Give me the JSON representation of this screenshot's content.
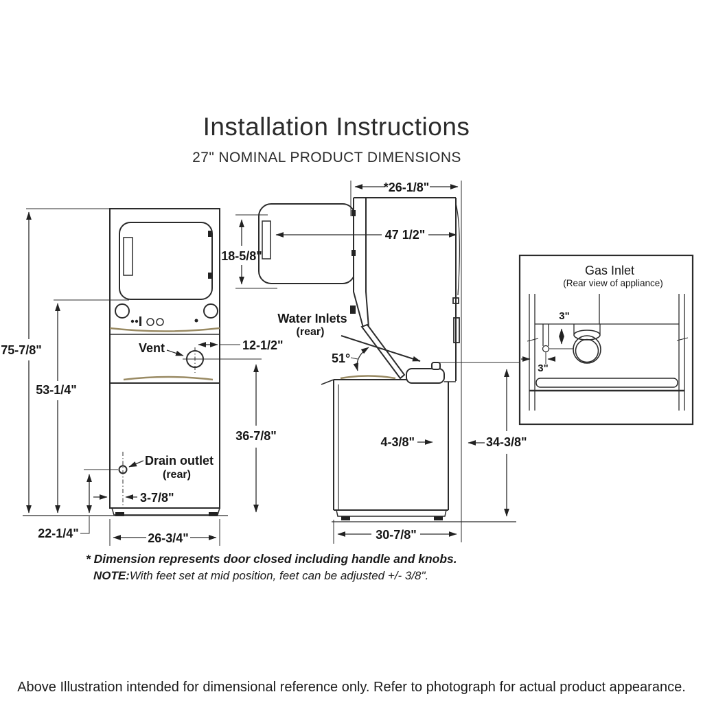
{
  "page": {
    "title": "Installation Instructions",
    "subtitle": "27\" NOMINAL PRODUCT DIMENSIONS",
    "footer": "Above Illustration intended for dimensional reference only. Refer to photograph for actual product appearance."
  },
  "notes": {
    "asterisk_note": "* Dimension represents door closed including handle and knobs.",
    "note_label": "NOTE:",
    "note_text": "With feet set at mid position, feet can be adjusted +/- 3/8\"."
  },
  "front_view": {
    "description": "Front view of stacked washer/dryer unit",
    "labels": {
      "vent": "Vent",
      "drain_outlet": "Drain outlet",
      "drain_outlet_location": "(rear)"
    },
    "dimensions": {
      "overall_height": "75-7/8\"",
      "height_to_washer_top": "53-1/4\"",
      "drain_outlet_height": "22-1/4\"",
      "overall_width": "26-3/4\"",
      "vent_to_right_edge": "12-1/2\"",
      "drain_outlet_offset": "3-7/8\"",
      "vent_height_from_floor": "36-7/8\""
    }
  },
  "side_view": {
    "description": "Side view with dryer door and washer lid open",
    "labels": {
      "water_inlets": "Water Inlets",
      "water_inlets_location": "(rear)"
    },
    "dimensions": {
      "depth_door_closed": "*26-1/8\"",
      "dryer_door_height": "18-5/8\"",
      "depth_door_open": "47 1/2\"",
      "lid_open_angle": "51°",
      "rear_offset": "4-3/8\"",
      "rear_panel_height": "34-3/8\"",
      "overall_depth": "30-7/8\""
    }
  },
  "gas_inlet_panel": {
    "title": "Gas Inlet",
    "subtitle": "(Rear view of appliance)",
    "dimensions": {
      "inlet_drop": "3\"",
      "inlet_offset": "3\""
    }
  },
  "colors": {
    "line": "#2b2b2b",
    "trim_accent": "#998a63",
    "text": "#161616"
  }
}
